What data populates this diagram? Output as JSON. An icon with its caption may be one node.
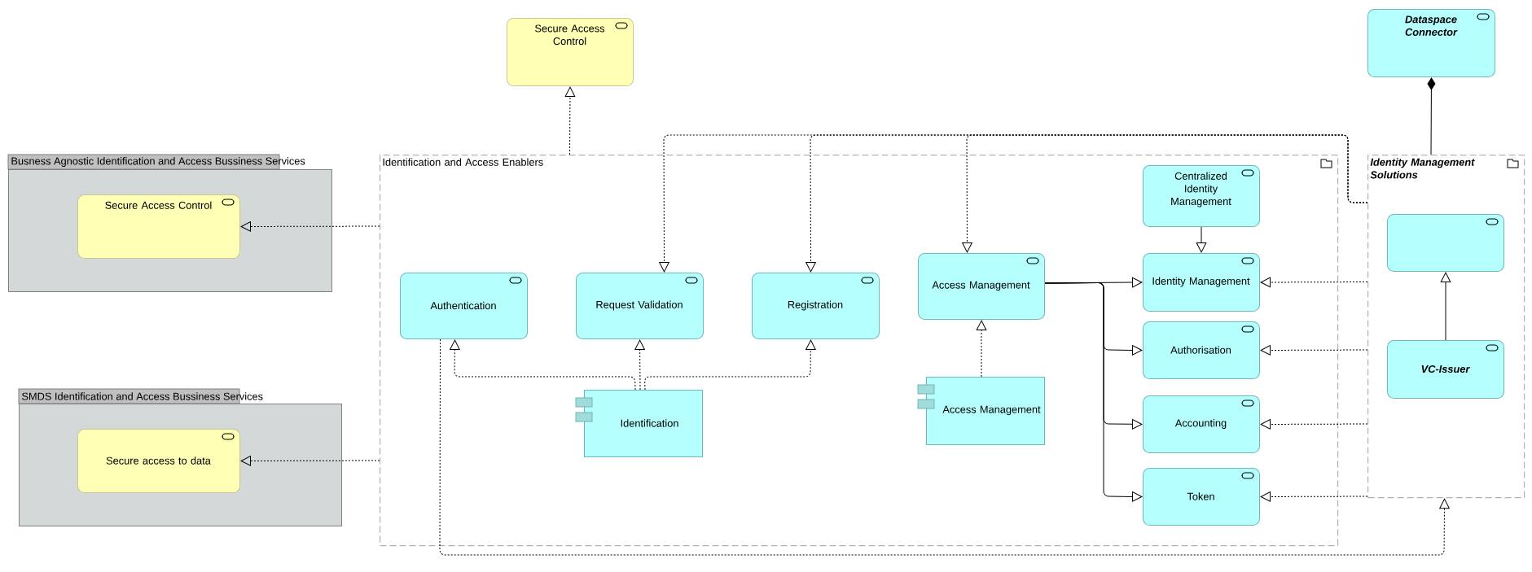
{
  "diagram": {
    "nodes": [
      {
        "text": [
          "Secure Access Control"
        ]
      },
      {
        "text": [
          "Busness Agnostic Identification and Access Bussiness Services"
        ]
      },
      {
        "text": [
          "Secure Access Control"
        ],
        "in": 1
      },
      {
        "text": [
          "SMDS Identification and Access Bussiness Services"
        ]
      },
      {
        "text": [
          "Secure access to data"
        ],
        "in": 3
      },
      {
        "text": [
          "Identification and Access Enablers"
        ]
      },
      {
        "text": [
          "Authentication"
        ],
        "in": 5
      },
      {
        "text": [
          "Request Validation"
        ],
        "in": 5
      },
      {
        "text": [
          "Registration"
        ],
        "in": 5
      },
      {
        "text": [
          "Identification"
        ],
        "in": 5
      },
      {
        "text": [
          "Access Management"
        ],
        "in": 5
      },
      {
        "text": [
          "Access Management"
        ],
        "in": 5
      },
      {
        "text": [
          "Centralized Identity Management"
        ],
        "in": 5
      },
      {
        "text": [
          "Identity Management"
        ],
        "in": 5
      },
      {
        "text": [
          "Authorisation"
        ],
        "in": 5
      },
      {
        "text": [
          "Accounting"
        ],
        "in": 5
      },
      {
        "text": [
          "Token"
        ],
        "in": 5
      },
      {
        "text": [
          "Dataspace Connector"
        ]
      },
      {
        "text": [
          "Identity Management Solutions"
        ]
      },
      {
        "text": [],
        "shape": "box",
        "in": 18
      },
      {
        "text": [
          "VC-Issuer"
        ],
        "in": 18
      }
    ],
    "edges": [
      {
        "from": 5,
        "to": 0,
        "arrow": "to",
        "style": "dashed"
      },
      {
        "from": 5,
        "to": 2,
        "arrow": "to",
        "style": "dashed"
      },
      {
        "from": 5,
        "to": 4,
        "arrow": "to",
        "style": "dashed"
      },
      {
        "from": 18,
        "to": 7,
        "arrow": "to",
        "style": "dashed"
      },
      {
        "from": 18,
        "to": 8,
        "arrow": "to",
        "style": "dashed"
      },
      {
        "from": 18,
        "to": 10,
        "arrow": "to",
        "style": "dashed"
      },
      {
        "from": 9,
        "to": 6,
        "arrow": "to",
        "style": "dashed"
      },
      {
        "from": 9,
        "to": 7,
        "arrow": "to",
        "style": "dashed"
      },
      {
        "from": 9,
        "to": 8,
        "arrow": "to",
        "style": "dashed"
      },
      {
        "from": 11,
        "to": 10,
        "arrow": "to",
        "style": "dashed"
      },
      {
        "from": 12,
        "to": 13,
        "arrow": "to"
      },
      {
        "from": 10,
        "to": 13,
        "arrow": "to"
      },
      {
        "from": 10,
        "to": 14,
        "arrow": "to"
      },
      {
        "from": 10,
        "to": 15,
        "arrow": "to"
      },
      {
        "from": 10,
        "to": 16,
        "arrow": "to"
      },
      {
        "from": 18,
        "to": 13,
        "arrow": "to",
        "style": "dashed"
      },
      {
        "from": 18,
        "to": 14,
        "arrow": "to",
        "style": "dashed"
      },
      {
        "from": 18,
        "to": 15,
        "arrow": "to",
        "style": "dashed"
      },
      {
        "from": 18,
        "to": 16,
        "arrow": "to",
        "style": "dashed"
      },
      {
        "from": 20,
        "to": 19,
        "arrow": "to"
      },
      {
        "from": 17,
        "to": 18,
        "arrow": "other"
      },
      {
        "from": 6,
        "to": 18,
        "arrow": "to",
        "style": "dashed"
      }
    ]
  }
}
